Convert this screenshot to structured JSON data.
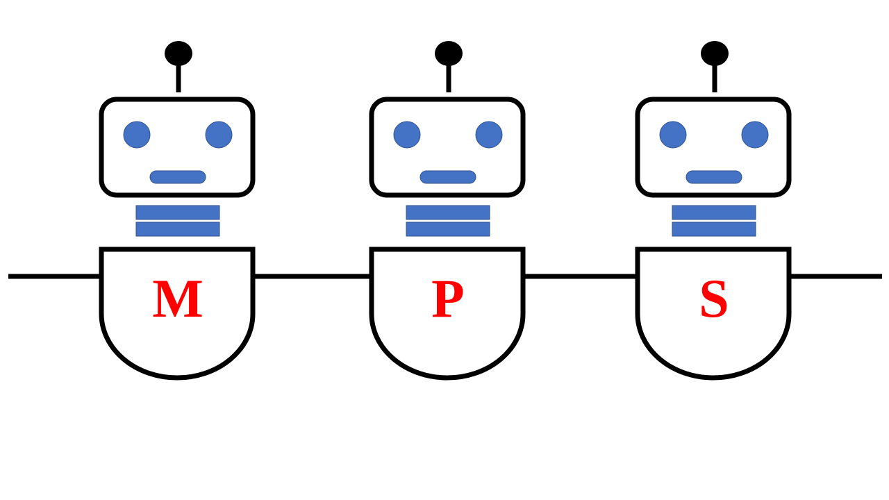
{
  "colors": {
    "outline": "#000000",
    "feature_fill": "#4472c4",
    "feature_stroke": "#2f528f",
    "label": "#ff0000",
    "background": "#ffffff"
  },
  "robots": [
    {
      "label": "M"
    },
    {
      "label": "P"
    },
    {
      "label": "S"
    }
  ]
}
